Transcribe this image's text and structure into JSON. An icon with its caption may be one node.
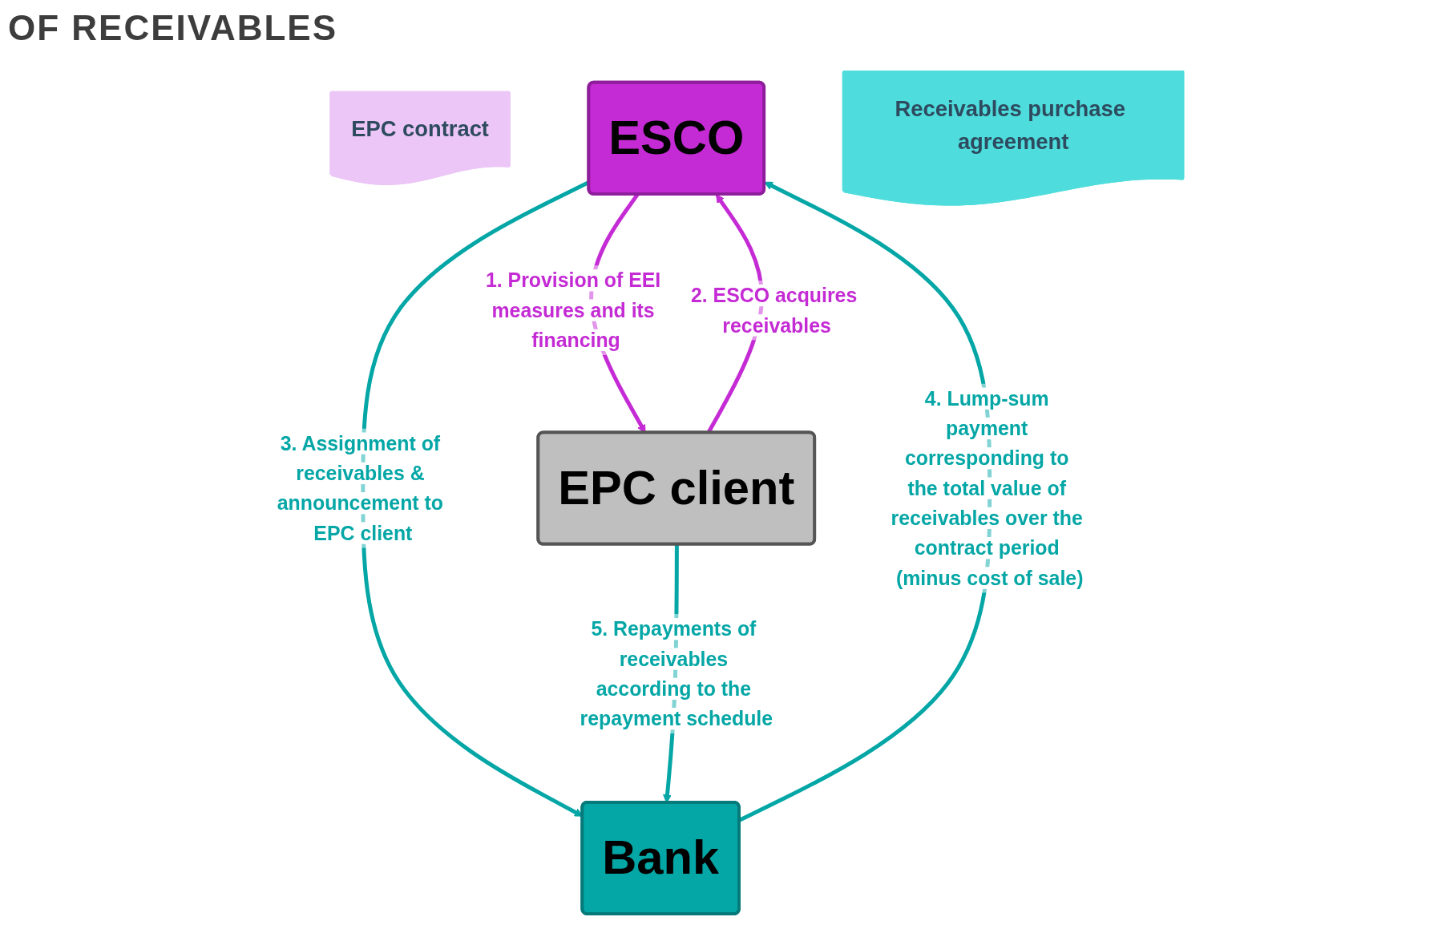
{
  "diagram": {
    "title": "OF RECEIVABLES",
    "nodes": [
      {
        "text": [
          "EPC contract"
        ]
      },
      {
        "text": [
          "ESCO"
        ]
      },
      {
        "text": [
          "EPC client"
        ]
      },
      {
        "text": [
          "Receivables purchase agreement"
        ]
      },
      {
        "text": [
          "Bank"
        ]
      }
    ],
    "edges": [
      {
        "from": 1,
        "to": 2,
        "arrow": "to",
        "label": "1. Provision of EEI measures and its financing",
        "color": "#c42bd4"
      },
      {
        "from": 2,
        "to": 1,
        "arrow": "to",
        "label": "2. ESCO acquires receivables",
        "color": "#c42bd4"
      },
      {
        "from": 1,
        "to": 4,
        "arrow": "to",
        "label": "3. Assignment of receivables & announcement to EPC client"
      },
      {
        "from": 4,
        "to": 1,
        "arrow": "to",
        "label": "4. Lump-sum payment corresponding to the total value of receivables over the contract period (minus cost of sale)"
      },
      {
        "from": 2,
        "to": 4,
        "arrow": "to",
        "label": "5. Repayments of receivables according to the repayment schedule"
      }
    ]
  }
}
